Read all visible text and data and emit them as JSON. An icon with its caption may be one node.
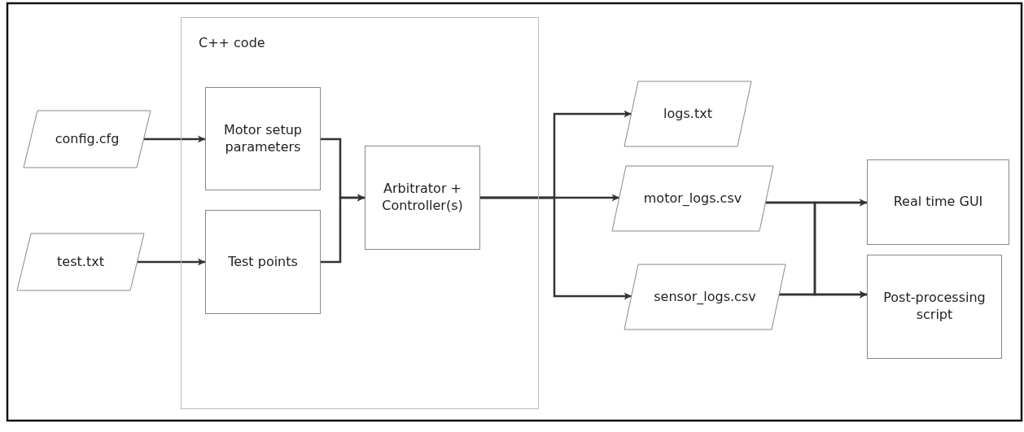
{
  "diagram": {
    "nodes": [
      {
        "text": [
          "C++ code"
        ]
      },
      {
        "text": [
          "config.cfg"
        ]
      },
      {
        "text": [
          "test.txt"
        ]
      },
      {
        "text": [
          "Motor setup parameters"
        ],
        "in": 0
      },
      {
        "text": [
          "Test points"
        ],
        "in": 0
      },
      {
        "text": [
          "Arbitrator + Controller(s)"
        ],
        "in": 0
      },
      {
        "text": [
          "logs.txt"
        ]
      },
      {
        "text": [
          "motor_logs.csv"
        ]
      },
      {
        "text": [
          "sensor_logs.csv"
        ]
      },
      {
        "text": [
          "Real time GUI"
        ]
      },
      {
        "text": [
          "Post-processing script"
        ]
      }
    ],
    "edges": [
      {
        "from": 1,
        "to": 3,
        "arrow": "to"
      },
      {
        "from": 2,
        "to": 4,
        "arrow": "to"
      },
      {
        "from": 3,
        "to": 5,
        "arrow": "to"
      },
      {
        "from": 4,
        "to": 5,
        "arrow": "to"
      },
      {
        "from": 5,
        "to": 6,
        "arrow": "to"
      },
      {
        "from": 5,
        "to": 7,
        "arrow": "to"
      },
      {
        "from": 5,
        "to": 8,
        "arrow": "to"
      },
      {
        "from": 7,
        "to": 9,
        "arrow": "to"
      },
      {
        "from": 7,
        "to": 10,
        "arrow": "to"
      },
      {
        "from": 8,
        "to": 9,
        "arrow": "to"
      },
      {
        "from": 8,
        "to": 10,
        "arrow": "to"
      }
    ]
  }
}
